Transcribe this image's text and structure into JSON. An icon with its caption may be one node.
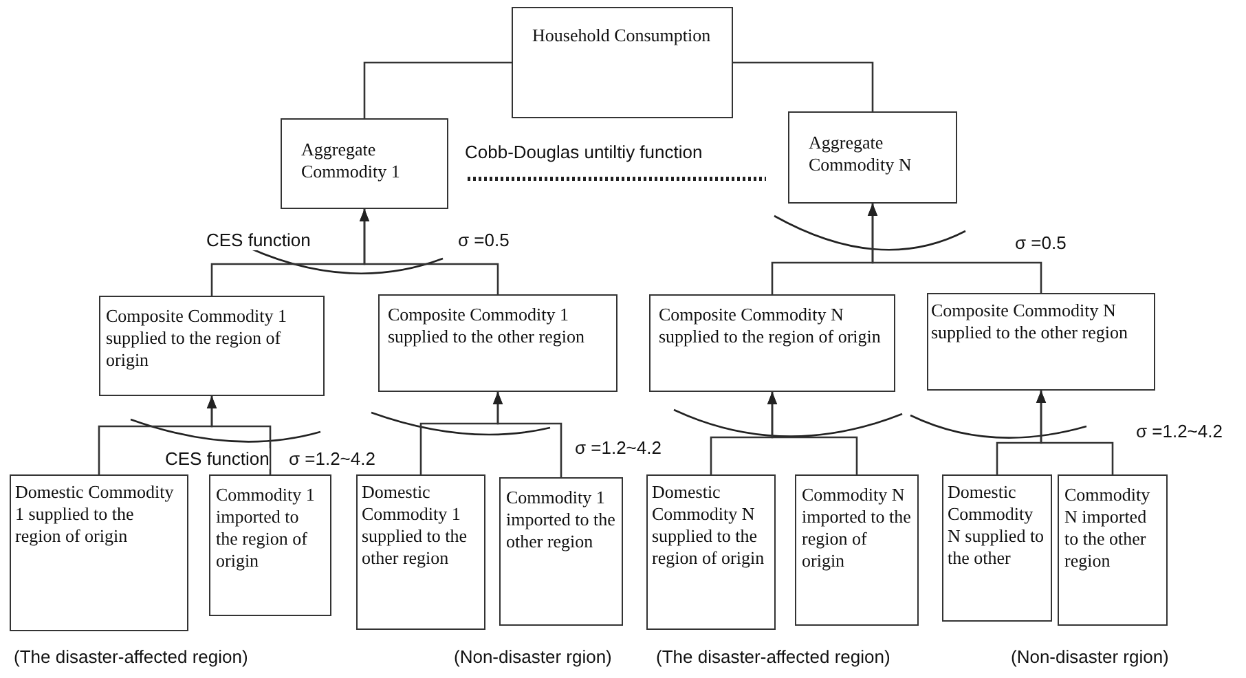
{
  "diagram": {
    "nodes": [
      {
        "text": [
          "Household Consumption"
        ]
      },
      {
        "text": [
          "Aggregate Commodity 1"
        ]
      },
      {
        "text": [
          "Aggregate Commodity N"
        ]
      },
      {
        "text": [
          "Composite Commodity 1 supplied to the region of origin"
        ]
      },
      {
        "text": [
          "Composite Commodity 1 supplied to the other region"
        ]
      },
      {
        "text": [
          "Composite Commodity N supplied to the region of origin"
        ]
      },
      {
        "text": [
          "Composite Commodity N supplied to the other region"
        ]
      },
      {
        "text": [
          "Domestic Commodity 1 supplied to the region of origin"
        ]
      },
      {
        "text": [
          "Commodity 1 imported to the region of origin"
        ]
      },
      {
        "text": [
          "Domestic Commodity 1 supplied to the other region"
        ]
      },
      {
        "text": [
          "Commodity 1 imported to the other region"
        ]
      },
      {
        "text": [
          "Domestic Commodity N supplied to the region of origin"
        ]
      },
      {
        "text": [
          "Commodity N imported to the region of origin"
        ]
      },
      {
        "text": [
          "Domestic Commodity N supplied to the other"
        ]
      },
      {
        "text": [
          "Commodity N imported to the other region"
        ]
      }
    ],
    "edges": [
      {
        "from": 0,
        "to": 1,
        "arrow": "none"
      },
      {
        "from": 0,
        "to": 2,
        "arrow": "none"
      },
      {
        "from": 3,
        "to": 1,
        "arrow": "to"
      },
      {
        "from": 4,
        "to": 1,
        "arrow": "to"
      },
      {
        "from": 5,
        "to": 2,
        "arrow": "to"
      },
      {
        "from": 6,
        "to": 2,
        "arrow": "to"
      },
      {
        "from": 7,
        "to": 3,
        "arrow": "to"
      },
      {
        "from": 8,
        "to": 3,
        "arrow": "to"
      },
      {
        "from": 9,
        "to": 4,
        "arrow": "to"
      },
      {
        "from": 10,
        "to": 4,
        "arrow": "to"
      },
      {
        "from": 11,
        "to": 5,
        "arrow": "to"
      },
      {
        "from": 12,
        "to": 5,
        "arrow": "to"
      },
      {
        "from": 13,
        "to": 6,
        "arrow": "to"
      },
      {
        "from": 14,
        "to": 6,
        "arrow": "to"
      }
    ],
    "labels": [
      "Cobb-Douglas untiltiy function",
      "CES function",
      "σ =0.5",
      "σ =0.5",
      "σ =1.2~4.2",
      "σ =1.2~4.2",
      "CES function",
      "σ =1.2~4.2",
      "(The disaster-affected region)",
      "(Non-disaster rgion)",
      "(The disaster-affected region)",
      "(Non-disaster rgion)"
    ]
  }
}
